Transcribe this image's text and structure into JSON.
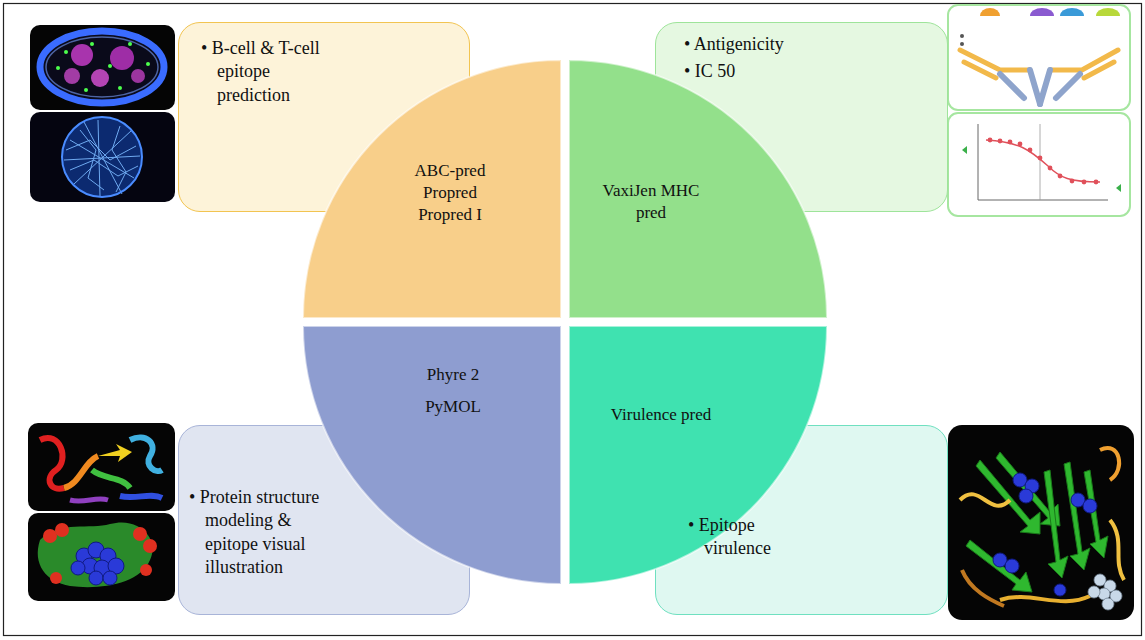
{
  "diagram": {
    "nodes": [
      {
        "text": [
          "• B-cell & T-cell epitope prediction"
        ]
      },
      {
        "text": [
          "ABC-pred",
          "Propred",
          "Propred I"
        ]
      },
      {
        "text": [
          "VaxiJen MHC pred"
        ]
      },
      {
        "text": [
          "• Antigenicity",
          "• IC 50"
        ]
      },
      {
        "text": [
          "• Protein structure modeling & epitope visual illustration"
        ]
      },
      {
        "text": [
          "Phyre 2",
          "PyMOL"
        ]
      },
      {
        "text": [
          "Virulence pred"
        ]
      },
      {
        "text": [
          "• Epitope virulence"
        ]
      }
    ]
  }
}
